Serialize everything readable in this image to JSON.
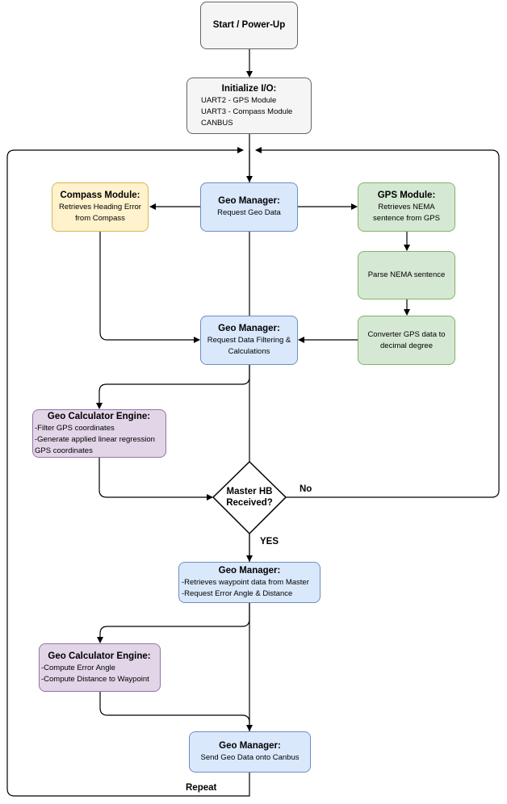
{
  "start": {
    "title": "Start / Power-Up"
  },
  "init": {
    "title": "Initialize I/O:",
    "lines": [
      "UART2 - GPS Module",
      "UART3 - Compass Module",
      "CANBUS"
    ]
  },
  "geo1": {
    "title": "Geo Manager:",
    "desc": "Request Geo Data"
  },
  "compass": {
    "title": "Compass Module:",
    "desc": "Retrieves Heading Error from Compass"
  },
  "gps": {
    "title": "GPS Module:",
    "desc": "Retrieves NEMA sentence from GPS"
  },
  "parse": {
    "desc": "Parse NEMA sentence"
  },
  "convert": {
    "desc": "Converter GPS data to decimal degree"
  },
  "geo2": {
    "title": "Geo Manager:",
    "desc": "Request Data Filtering & Calculations"
  },
  "calc1": {
    "title": "Geo Calculator Engine:",
    "lines": [
      "-Filter GPS coordinates",
      "-Generate applied linear regression GPS coordinates"
    ]
  },
  "decision": {
    "line1": "Master HB",
    "line2": "Received?"
  },
  "labels": {
    "no": "No",
    "yes": "YES",
    "repeat": "Repeat"
  },
  "geo3": {
    "title": "Geo Manager:",
    "lines": [
      "-Retrieves waypoint data from Master",
      "-Request Error Angle & Distance"
    ]
  },
  "calc2": {
    "title": "Geo Calculator Engine:",
    "lines": [
      "-Compute Error Angle",
      "-Compute Distance to Waypoint"
    ]
  },
  "geo4": {
    "title": "Geo Manager:",
    "desc": "Send Geo Data onto Canbus"
  }
}
